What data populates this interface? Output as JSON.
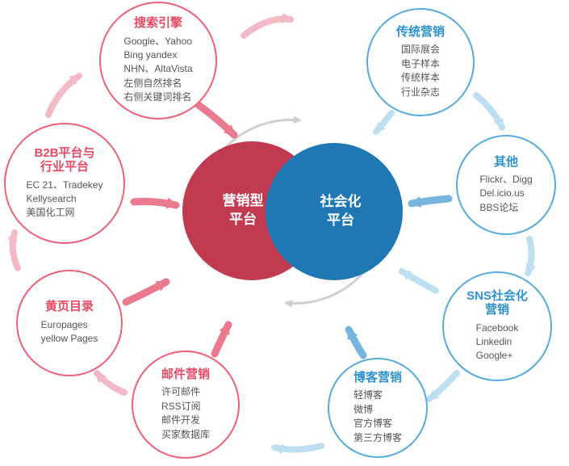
{
  "colors": {
    "red_accent": "#e84a64",
    "red_border": "#ef6077",
    "blue_accent": "#2e93d0",
    "blue_border": "#55abdd",
    "center_red": "#c23a50",
    "center_blue": "#1f78b4",
    "arrow_pink": "#f3b9c5",
    "arrow_red": "#ea7a8d",
    "arrow_lightblue": "#bedff2",
    "arrow_blue": "#77b5de",
    "arrow_gray": "#cfcfcf"
  },
  "center": {
    "left_label": "营销型\n平台",
    "right_label": "社会化\n平台"
  },
  "nodes": [
    {
      "id": "search-engine",
      "title": "搜索引擎",
      "items": [
        "Google、Yahoo",
        "Bing yandex",
        "NHN、AltaVista",
        "左侧自然排名",
        "右侧关键词排名"
      ]
    },
    {
      "id": "traditional-marketing",
      "title": "传统营销",
      "items": [
        "国际展会",
        "电子样本",
        "传统样本",
        "行业杂志"
      ]
    },
    {
      "id": "b2b-platforms",
      "title": "B2B平台与\n行业平台",
      "items": [
        "EC 21、Tradekey",
        "Kellysearch",
        "美国化工网"
      ]
    },
    {
      "id": "other",
      "title": "其他",
      "items": [
        "Flickr、Digg",
        "Del.icio.us",
        "BBS论坛"
      ]
    },
    {
      "id": "yellow-pages",
      "title": "黄页目录",
      "items": [
        "Europages",
        "yellow Pages"
      ]
    },
    {
      "id": "sns-marketing",
      "title": "SNS社会化\n营销",
      "items": [
        "Facebook",
        "Linkedin",
        "Google+"
      ]
    },
    {
      "id": "email-marketing",
      "title": "邮件营销",
      "items": [
        "许可邮件",
        "RSS订阅",
        "邮件开发",
        "买家数据库"
      ]
    },
    {
      "id": "blog-marketing",
      "title": "博客营销",
      "items": [
        "轻博客",
        "微博",
        "官方博客",
        "第三方博客"
      ]
    }
  ]
}
